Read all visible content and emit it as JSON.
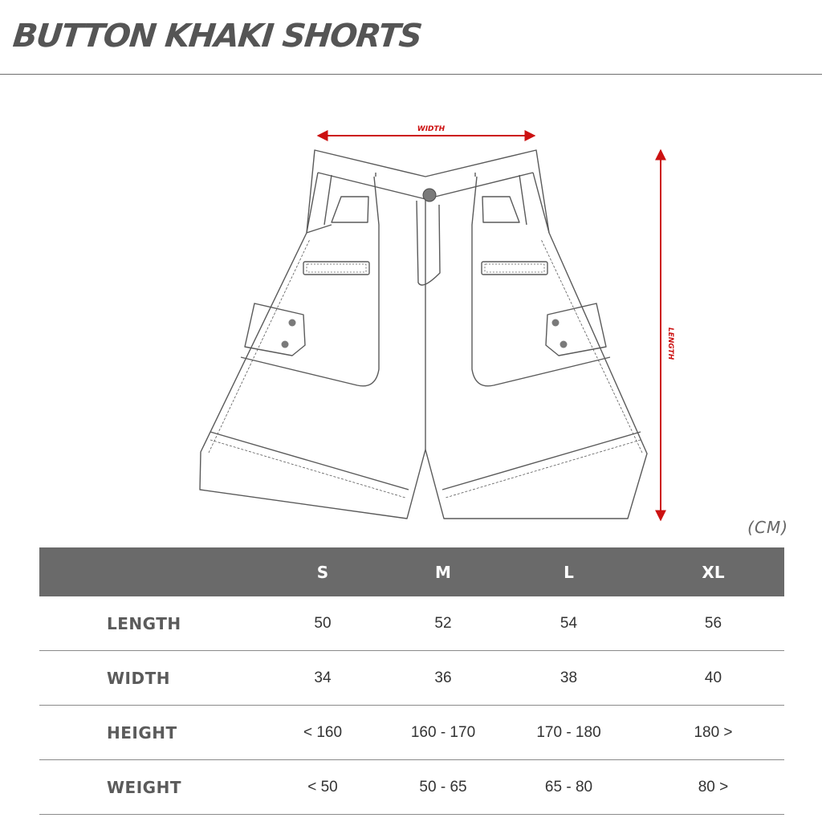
{
  "product": {
    "title": "BUTTON KHAKI SHORTS"
  },
  "diagram": {
    "width_label": "WIDTH",
    "length_label": "LENGTH",
    "accent_color": "#cc1111",
    "line_color": "#5a5a5a"
  },
  "unit_label": "(CM)",
  "size_table": {
    "headers": [
      "",
      "S",
      "M",
      "L",
      "XL"
    ],
    "rows": [
      {
        "label": "LENGTH",
        "values": [
          "50",
          "52",
          "54",
          "56"
        ]
      },
      {
        "label": "WIDTH",
        "values": [
          "34",
          "36",
          "38",
          "40"
        ]
      },
      {
        "label": "HEIGHT",
        "values": [
          "< 160",
          "160 - 170",
          "170 - 180",
          "180 >"
        ]
      },
      {
        "label": "WEIGHT",
        "values": [
          "< 50",
          "50 - 65",
          "65 - 80",
          "80 >"
        ]
      }
    ],
    "header_bg": "#6a6a6a"
  }
}
